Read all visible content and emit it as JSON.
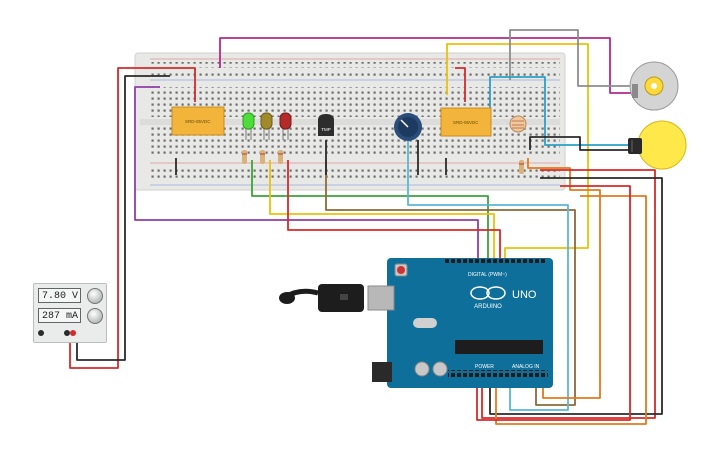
{
  "power_supply": {
    "voltage_display": "7.80 V",
    "current_display": "287 mA"
  },
  "arduino": {
    "brand_label": "ARDUINO",
    "model_label": "UNO",
    "digital_label": "DIGITAL (PWM~)",
    "power_label": "POWER",
    "analog_label": "ANALOG IN"
  },
  "temperature_sensor": {
    "label": "TMP"
  },
  "colors": {
    "breadboard": "#e8e8e6",
    "arduino_board": "#0e6f9a",
    "relay": "#f2b43a",
    "wire_red": "#d62a2a",
    "wire_black": "#2a2a2a",
    "wire_purple": "#8e3fa8",
    "wire_magenta": "#b02a8e",
    "wire_yellow": "#e8c20a",
    "wire_orange": "#e07a1c",
    "wire_green": "#3aa33a",
    "wire_brown": "#8a6a3a",
    "wire_blue": "#2aa0c8",
    "wire_grey": "#8d8d8d",
    "led_green": "#4ddc3a",
    "led_yellow": "#a08a2a",
    "led_red": "#b32a2a",
    "bulb": "#ffe84a"
  }
}
